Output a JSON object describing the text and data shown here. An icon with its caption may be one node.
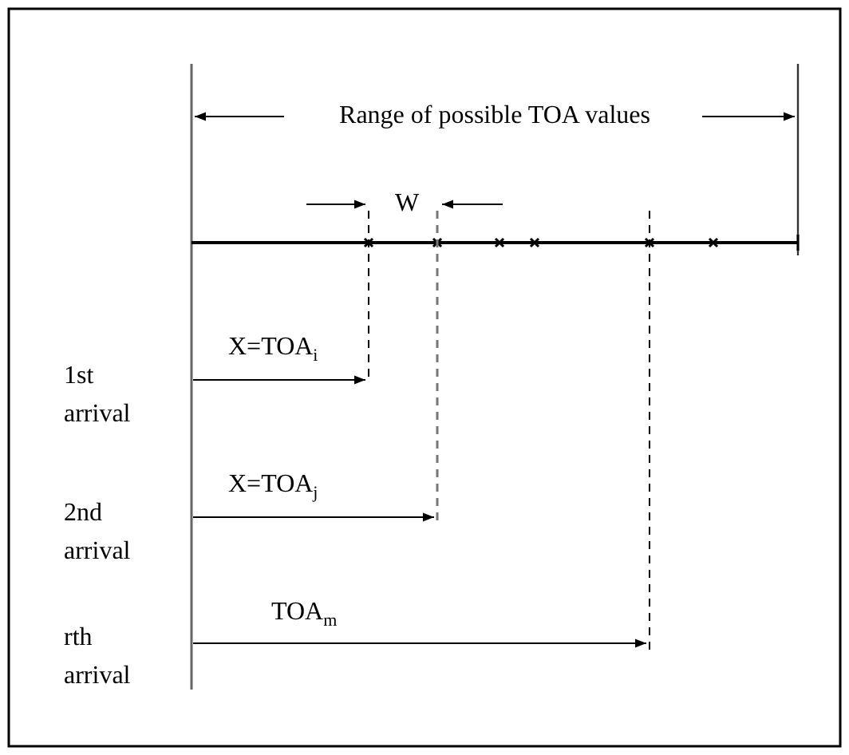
{
  "diagram": {
    "labels": [
      "Range of possible TOA values",
      "W",
      "1st arrival",
      "X=TOA$_{i}$",
      "2nd arrival",
      "X=TOA$_{j}$",
      "rth arrival",
      "TOA$_{m}$"
    ]
  }
}
